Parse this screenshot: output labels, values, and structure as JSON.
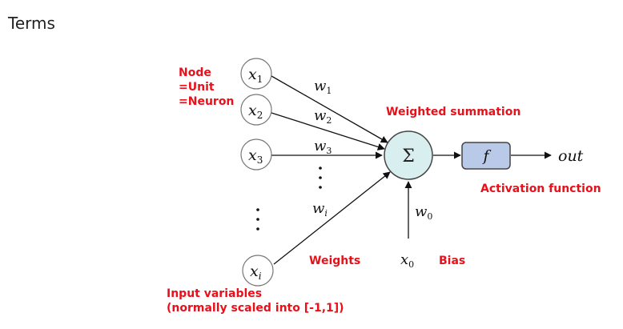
{
  "title": "Terms",
  "labels": {
    "node": "Node",
    "unit": "=Unit",
    "neuron": "=Neuron",
    "weighted_summation": "Weighted summation",
    "activation_function": "Activation function",
    "weights": "Weights",
    "bias": "Bias",
    "input_variables": "Input variables",
    "input_scale_note": "(normally scaled into [-1,1])"
  },
  "inputs": [
    {
      "var": "x",
      "sub": "1"
    },
    {
      "var": "x",
      "sub": "2"
    },
    {
      "var": "x",
      "sub": "3"
    },
    {
      "var": "x",
      "sub": "i"
    }
  ],
  "weights": [
    {
      "var": "w",
      "sub": "1"
    },
    {
      "var": "w",
      "sub": "2"
    },
    {
      "var": "w",
      "sub": "3"
    },
    {
      "var": "w",
      "sub": "i"
    }
  ],
  "bias_input": {
    "var": "x",
    "sub": "0"
  },
  "bias_weight": {
    "var": "w",
    "sub": "0"
  },
  "sum_symbol": "Σ",
  "activation_symbol": "f",
  "output": "out",
  "colors": {
    "label_red": "#e8101a",
    "sum_fill": "#d9efef",
    "activation_fill": "#b9c9e8",
    "line": "#111111"
  }
}
